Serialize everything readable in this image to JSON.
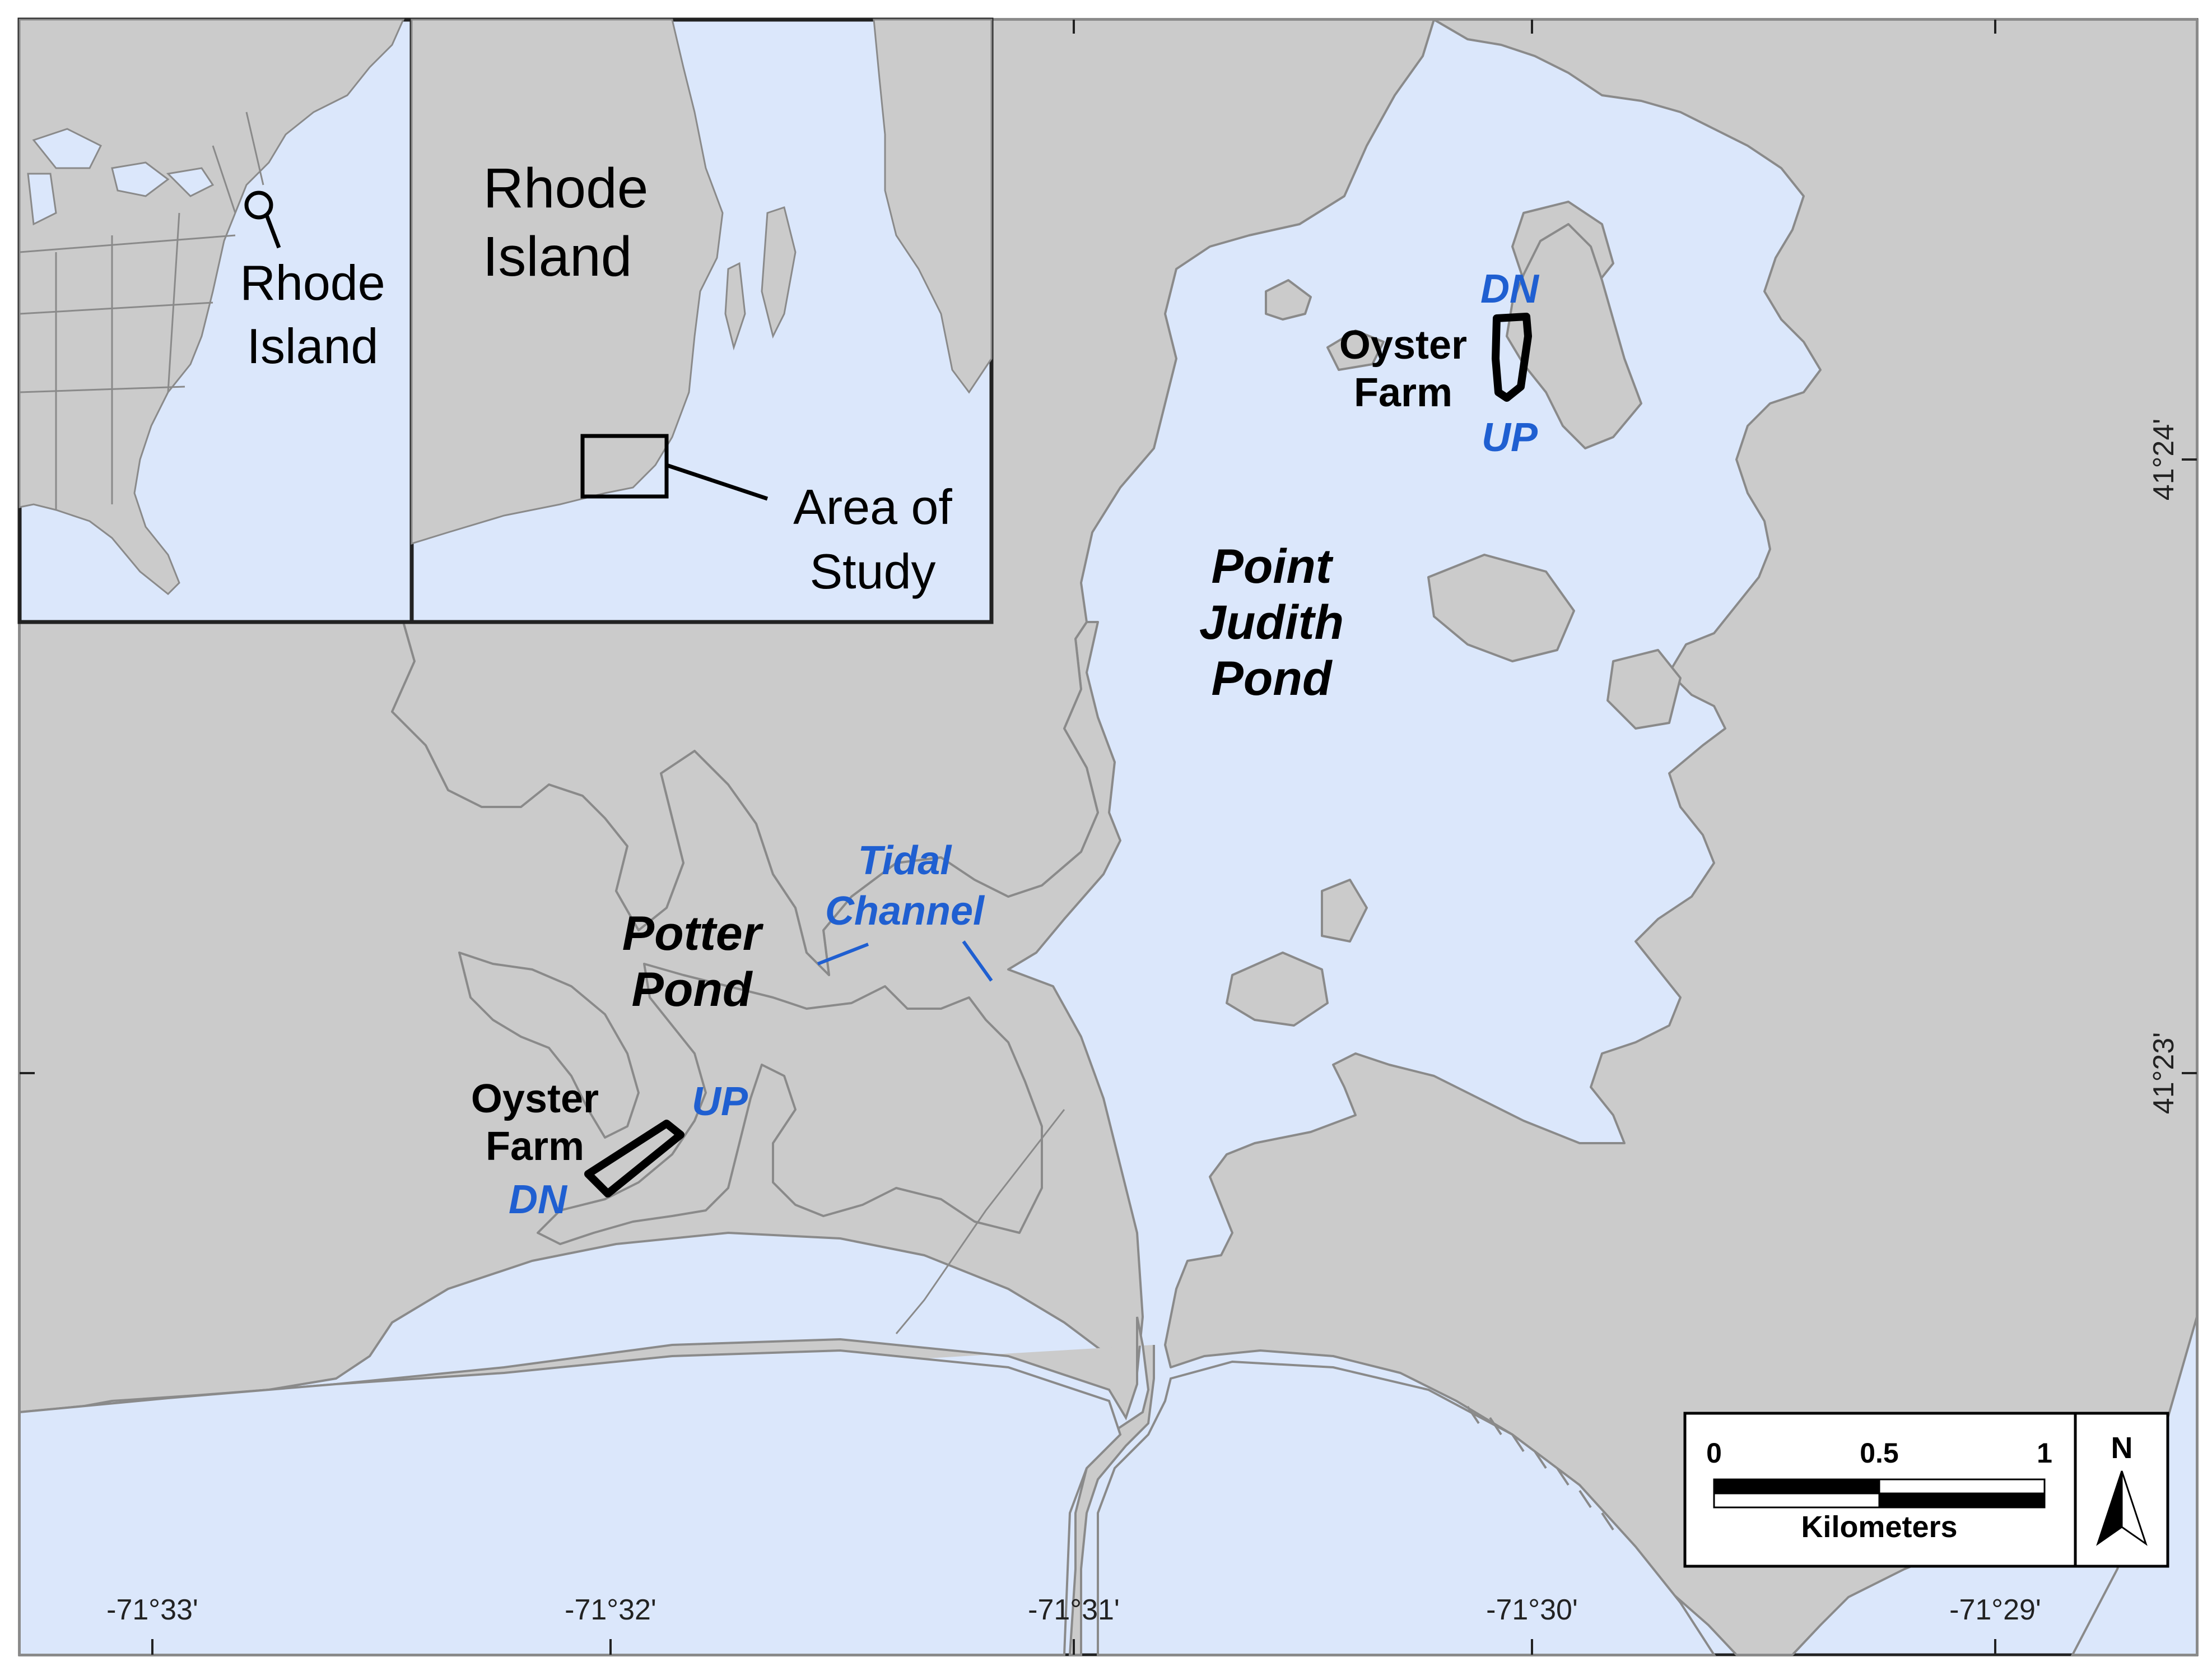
{
  "colors": {
    "water": "#dbe7fb",
    "land": "#cbcbcb",
    "shore": "#8a8a8a",
    "frame": "#222222",
    "label_black": "#000000",
    "label_blue": "#1f5fd1"
  },
  "main_map": {
    "water_bodies": {
      "point_judith": "Point Judith Pond",
      "potter": "Potter Pond",
      "tidal_channel": "Tidal Channel"
    },
    "point_judith_label": [
      "Point",
      "Judith",
      "Pond"
    ],
    "potter_label": [
      "Potter",
      "Pond"
    ],
    "tidal_label": [
      "Tidal",
      "Channel"
    ],
    "farm_north": {
      "label": [
        "Oyster",
        "Farm"
      ],
      "dn": "DN",
      "up": "UP"
    },
    "farm_south": {
      "label": [
        "Oyster",
        "Farm"
      ],
      "dn": "DN",
      "up": "UP"
    }
  },
  "axes": {
    "longitude_ticks": [
      "-71°33'",
      "-71°32'",
      "-71°31'",
      "-71°30'",
      "-71°29'"
    ],
    "latitude_ticks": [
      "41°24'",
      "41°23'"
    ]
  },
  "inset_us": {
    "label": [
      "Rhode",
      "Island"
    ],
    "marker_icon": "circle-marker-icon"
  },
  "inset_ri": {
    "label": [
      "Rhode",
      "Island"
    ],
    "callout": [
      "Area of",
      "Study"
    ]
  },
  "scale_bar": {
    "ticks": [
      "0",
      "0.5",
      "1"
    ],
    "unit": "Kilometers"
  },
  "north_arrow": {
    "label": "N",
    "icon": "north-arrow-icon"
  }
}
